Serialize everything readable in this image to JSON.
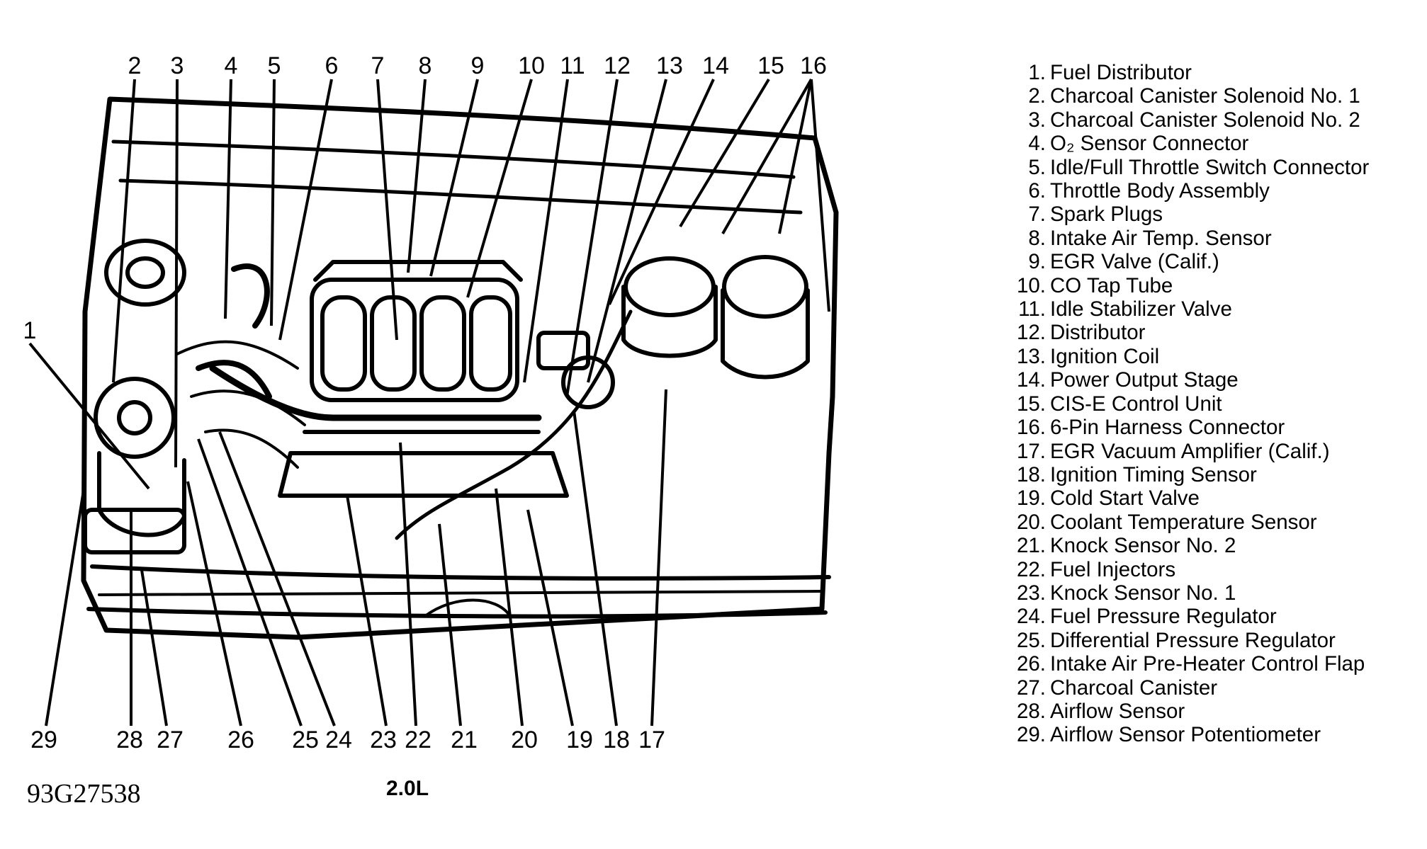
{
  "diagram": {
    "caption": "2.0L",
    "figure_id": "93G27538",
    "top_callouts": [
      "2",
      "3",
      "4",
      "5",
      "6",
      "7",
      "8",
      "9",
      "10",
      "11",
      "12",
      "13",
      "14",
      "15",
      "16"
    ],
    "side_callout": "1",
    "bottom_callouts": [
      "29",
      "28",
      "27",
      "26",
      "25",
      "24",
      "23",
      "22",
      "21",
      "20",
      "19",
      "18",
      "17"
    ]
  },
  "legend": [
    {
      "num": "1.",
      "text": "Fuel Distributor"
    },
    {
      "num": "2.",
      "text": "Charcoal Canister Solenoid No. 1"
    },
    {
      "num": "3.",
      "text": "Charcoal Canister Solenoid No. 2"
    },
    {
      "num": "4.",
      "text": "O₂ Sensor Connector"
    },
    {
      "num": "5.",
      "text": "Idle/Full Throttle Switch Connector"
    },
    {
      "num": "6.",
      "text": "Throttle Body Assembly"
    },
    {
      "num": "7.",
      "text": "Spark Plugs"
    },
    {
      "num": "8.",
      "text": "Intake Air Temp. Sensor"
    },
    {
      "num": "9.",
      "text": "EGR Valve (Calif.)"
    },
    {
      "num": "10.",
      "text": "CO Tap Tube"
    },
    {
      "num": "11.",
      "text": "Idle Stabilizer Valve"
    },
    {
      "num": "12.",
      "text": "Distributor"
    },
    {
      "num": "13.",
      "text": "Ignition Coil"
    },
    {
      "num": "14.",
      "text": "Power Output Stage"
    },
    {
      "num": "15.",
      "text": "CIS-E Control Unit"
    },
    {
      "num": "16.",
      "text": "6-Pin Harness Connector"
    },
    {
      "num": "17.",
      "text": "EGR Vacuum Amplifier (Calif.)"
    },
    {
      "num": "18.",
      "text": "Ignition Timing Sensor"
    },
    {
      "num": "19.",
      "text": "Cold Start Valve"
    },
    {
      "num": "20.",
      "text": "Coolant Temperature Sensor"
    },
    {
      "num": "21.",
      "text": "Knock Sensor No. 2"
    },
    {
      "num": "22.",
      "text": "Fuel Injectors"
    },
    {
      "num": "23.",
      "text": "Knock Sensor No. 1"
    },
    {
      "num": "24.",
      "text": "Fuel Pressure Regulator"
    },
    {
      "num": "25.",
      "text": "Differential Pressure Regulator"
    },
    {
      "num": "26.",
      "text": "Intake Air Pre-Heater Control Flap"
    },
    {
      "num": "27.",
      "text": "Charcoal Canister"
    },
    {
      "num": "28.",
      "text": "Airflow Sensor"
    },
    {
      "num": "29.",
      "text": "Airflow Sensor Potentiometer"
    }
  ]
}
